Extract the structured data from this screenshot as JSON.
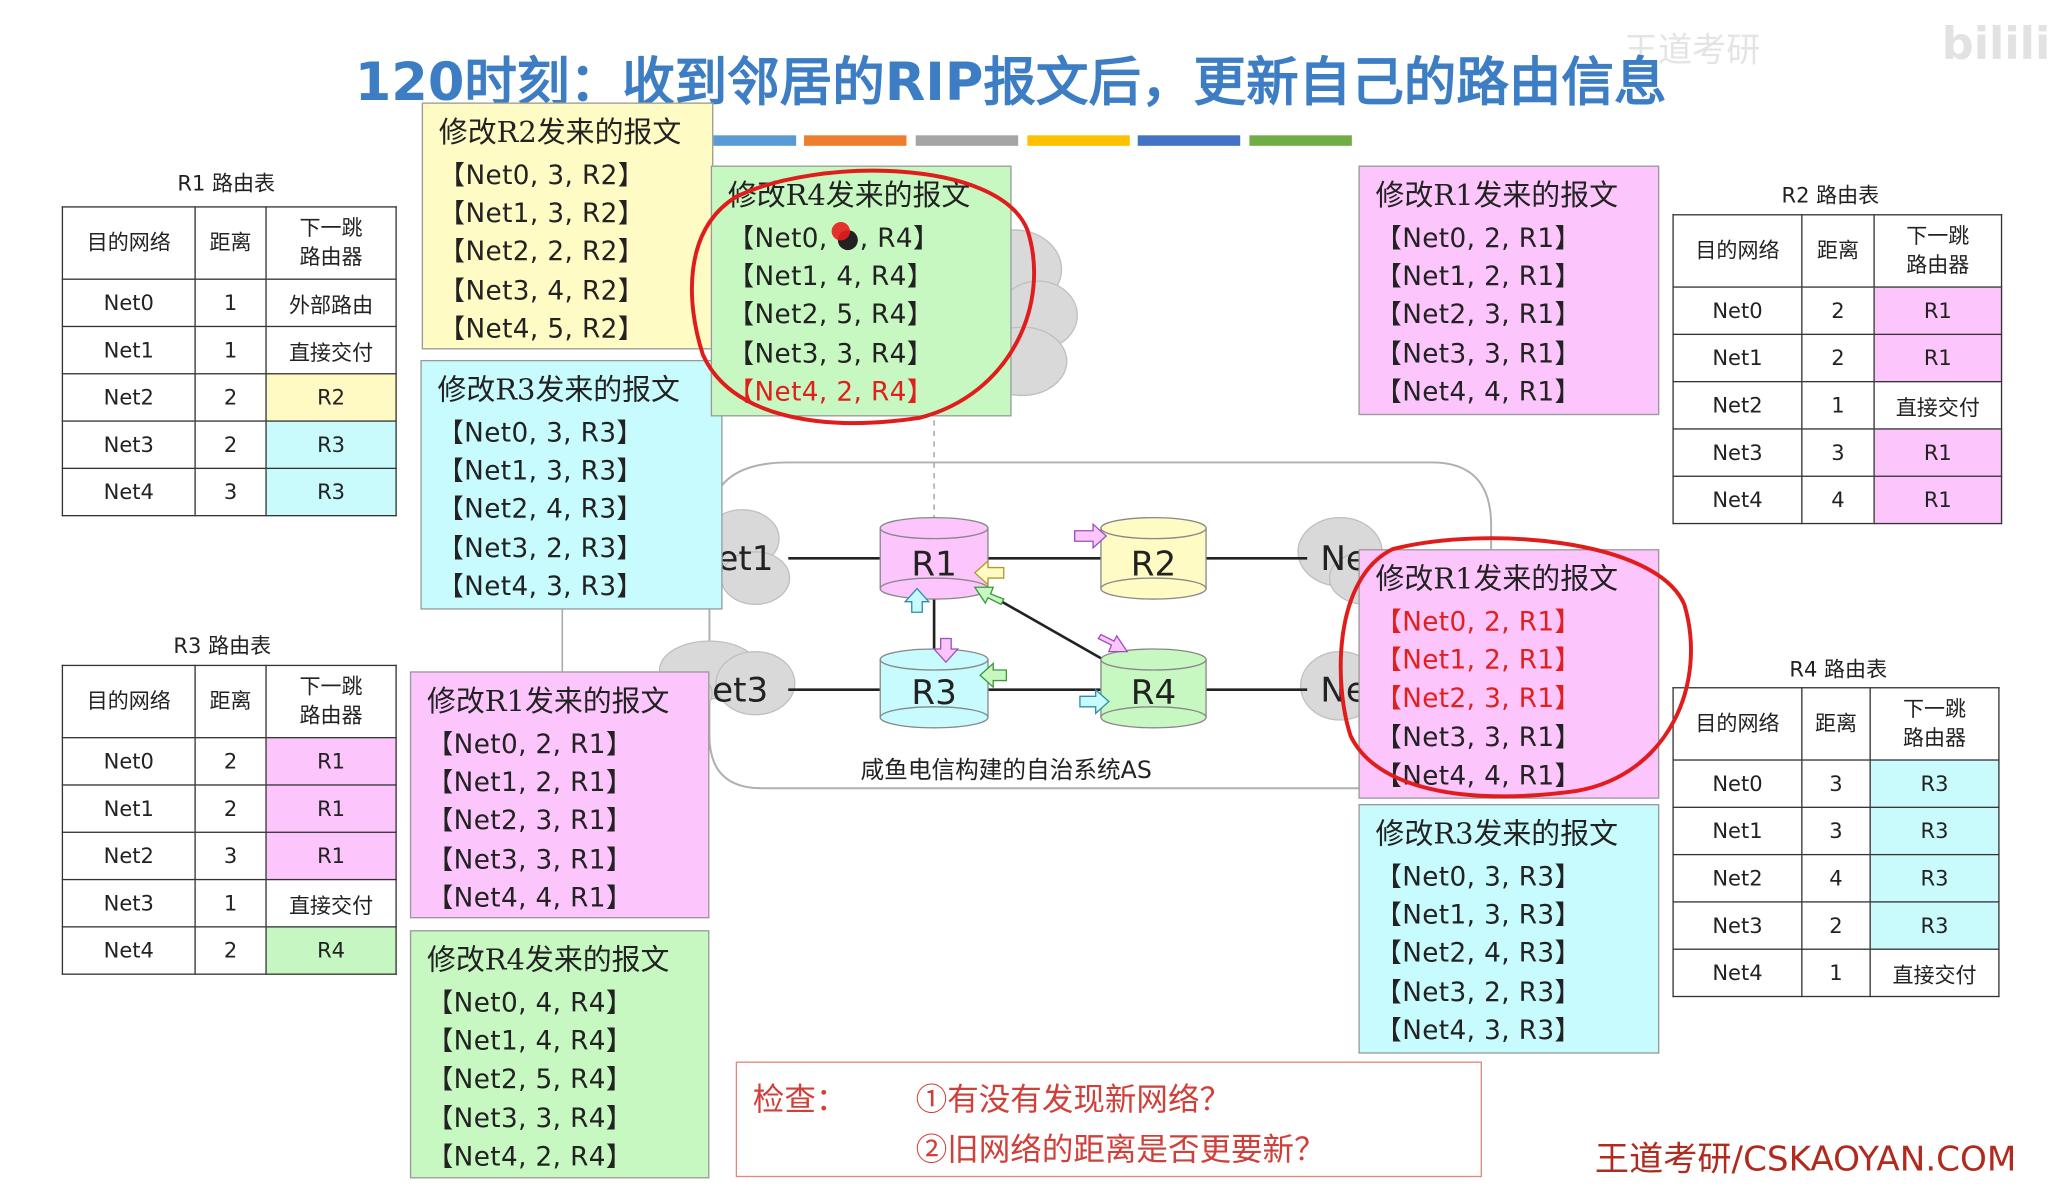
{
  "title": "120时刻：收到邻居的RIP报文后，更新自己的路由信息",
  "watermark": "王道考研",
  "bili_logo": "bilili",
  "color_bar": [
    "#5b9bd5",
    "#ed7d31",
    "#a5a5a5",
    "#ffc000",
    "#4472c4",
    "#70ad47"
  ],
  "headers": {
    "dest": "目的网络",
    "dist": "距离",
    "next": "下一跳\n路由器"
  },
  "tables": {
    "r1": {
      "caption": "R1 路由表",
      "rows": [
        {
          "dest": "Net0",
          "dist": "1",
          "next": "外部路由",
          "color": ""
        },
        {
          "dest": "Net1",
          "dist": "1",
          "next": "直接交付",
          "color": ""
        },
        {
          "dest": "Net2",
          "dist": "2",
          "next": "R2",
          "color": "yellow"
        },
        {
          "dest": "Net3",
          "dist": "2",
          "next": "R3",
          "color": "cyan"
        },
        {
          "dest": "Net4",
          "dist": "3",
          "next": "R3",
          "color": "cyan"
        }
      ]
    },
    "r2": {
      "caption": "R2 路由表",
      "rows": [
        {
          "dest": "Net0",
          "dist": "2",
          "next": "R1",
          "color": "pink"
        },
        {
          "dest": "Net1",
          "dist": "2",
          "next": "R1",
          "color": "pink"
        },
        {
          "dest": "Net2",
          "dist": "1",
          "next": "直接交付",
          "color": ""
        },
        {
          "dest": "Net3",
          "dist": "3",
          "next": "R1",
          "color": "pink"
        },
        {
          "dest": "Net4",
          "dist": "4",
          "next": "R1",
          "color": "pink"
        }
      ]
    },
    "r3": {
      "caption": "R3 路由表",
      "rows": [
        {
          "dest": "Net0",
          "dist": "2",
          "next": "R1",
          "color": "pink"
        },
        {
          "dest": "Net1",
          "dist": "2",
          "next": "R1",
          "color": "pink"
        },
        {
          "dest": "Net2",
          "dist": "3",
          "next": "R1",
          "color": "pink"
        },
        {
          "dest": "Net3",
          "dist": "1",
          "next": "直接交付",
          "color": ""
        },
        {
          "dest": "Net4",
          "dist": "2",
          "next": "R4",
          "color": "green"
        }
      ]
    },
    "r4": {
      "caption": "R4 路由表",
      "rows": [
        {
          "dest": "Net0",
          "dist": "3",
          "next": "R3",
          "color": "cyan"
        },
        {
          "dest": "Net1",
          "dist": "3",
          "next": "R3",
          "color": "cyan"
        },
        {
          "dest": "Net2",
          "dist": "4",
          "next": "R3",
          "color": "cyan"
        },
        {
          "dest": "Net3",
          "dist": "2",
          "next": "R3",
          "color": "cyan"
        },
        {
          "dest": "Net4",
          "dist": "1",
          "next": "直接交付",
          "color": ""
        }
      ]
    }
  },
  "messages": {
    "m_r2_to_r1": {
      "header": "修改R2发来的报文",
      "color": "yellow",
      "red": [],
      "lines": [
        "【Net0, 3, R2】",
        "【Net1, 3, R2】",
        "【Net2, 2, R2】",
        "【Net3, 4, R2】",
        "【Net4, 5, R2】"
      ]
    },
    "m_r4_to_r1": {
      "header": "修改R4发来的报文",
      "color": "green",
      "red": [
        4
      ],
      "lines": [
        "【Net0, ●, R4】",
        "【Net1, 4, R4】",
        "【Net2, 5, R4】",
        "【Net3, 3, R4】",
        "【Net4, 2, R4】"
      ]
    },
    "m_r3_to_r1": {
      "header": "修改R3发来的报文",
      "color": "cyan",
      "red": [],
      "lines": [
        "【Net0, 3, R3】",
        "【Net1, 3, R3】",
        "【Net2, 4, R3】",
        "【Net3, 2, R3】",
        "【Net4, 3, R3】"
      ]
    },
    "m_r1_to_r3": {
      "header": "修改R1发来的报文",
      "color": "pink",
      "red": [],
      "lines": [
        "【Net0, 2, R1】",
        "【Net1, 2, R1】",
        "【Net2, 3, R1】",
        "【Net3, 3, R1】",
        "【Net4, 4, R1】"
      ]
    },
    "m_r4_to_r3": {
      "header": "修改R4发来的报文",
      "color": "green",
      "red": [],
      "lines": [
        "【Net0, 4, R4】",
        "【Net1, 4, R4】",
        "【Net2, 5, R4】",
        "【Net3, 3, R4】",
        "【Net4, 2, R4】"
      ]
    },
    "m_r1_to_r2": {
      "header": "修改R1发来的报文",
      "color": "pink",
      "red": [],
      "lines": [
        "【Net0, 2, R1】",
        "【Net1, 2, R1】",
        "【Net2, 3, R1】",
        "【Net3, 3, R1】",
        "【Net4, 4, R1】"
      ]
    },
    "m_r1_to_r4": {
      "header": "修改R1发来的报文",
      "color": "pink",
      "red": [
        0,
        1,
        2
      ],
      "lines": [
        "【Net0, 2, R1】",
        "【Net1, 2, R1】",
        "【Net2, 3, R1】",
        "【Net3, 3, R1】",
        "【Net4, 4, R1】"
      ]
    },
    "m_r3_to_r4": {
      "header": "修改R3发来的报文",
      "color": "cyan",
      "red": [],
      "lines": [
        "【Net0, 3, R3】",
        "【Net1, 3, R3】",
        "【Net2, 4, R3】",
        "【Net3, 2, R3】",
        "【Net4, 3, R3】"
      ]
    }
  },
  "network": {
    "routers": [
      "R1",
      "R2",
      "R3",
      "R4"
    ],
    "nets_visible": [
      "et1",
      "et3",
      "Ne",
      "Ne"
    ],
    "as_label": "咸鱼电信构建的自治系统AS"
  },
  "check": {
    "label": "检查：",
    "q1": "①有没有发现新网络？",
    "q2": "②旧网络的距离是否更要新？"
  },
  "brand": "王道考研/CSKAOYAN.COM"
}
